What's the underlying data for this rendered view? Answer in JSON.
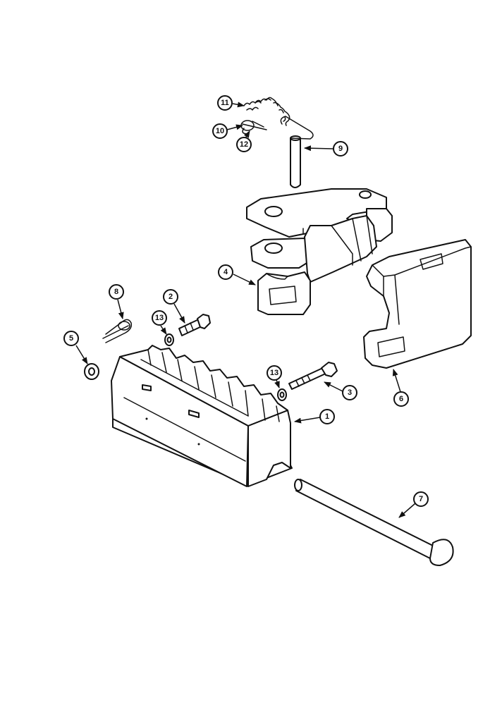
{
  "callouts": [
    {
      "id": "c1",
      "label": "1"
    },
    {
      "id": "c2",
      "label": "2"
    },
    {
      "id": "c3",
      "label": "3"
    },
    {
      "id": "c4",
      "label": "4"
    },
    {
      "id": "c5",
      "label": "5"
    },
    {
      "id": "c6",
      "label": "6"
    },
    {
      "id": "c7",
      "label": "7"
    },
    {
      "id": "c8",
      "label": "8"
    },
    {
      "id": "c9",
      "label": "9"
    },
    {
      "id": "c10",
      "label": "10"
    },
    {
      "id": "c11",
      "label": "11"
    },
    {
      "id": "c12",
      "label": "12"
    },
    {
      "id": "c13a",
      "label": "13"
    },
    {
      "id": "c13b",
      "label": "13"
    }
  ]
}
